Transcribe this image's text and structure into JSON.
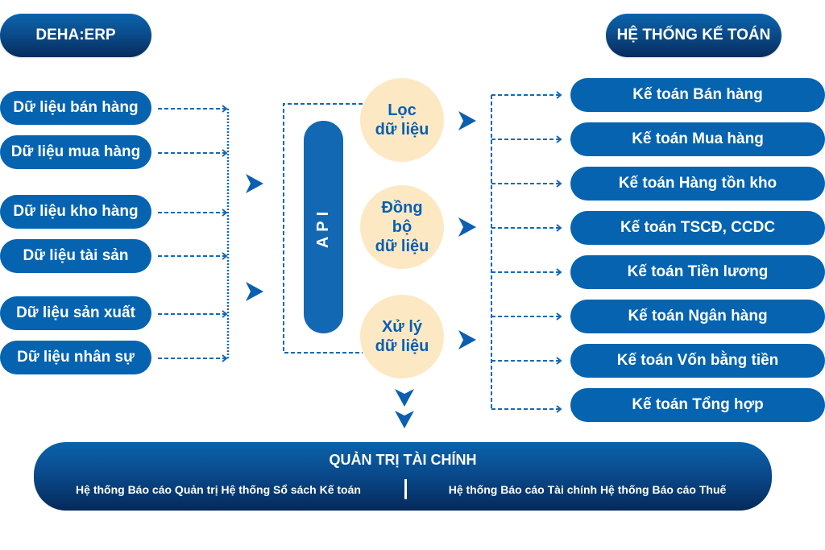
{
  "headers": {
    "left": "DEHA:ERP",
    "right": "HỆ THỐNG KẾ TOÁN"
  },
  "sources": [
    {
      "label": "Dữ liệu bán hàng"
    },
    {
      "label": "Dữ liệu mua hàng"
    },
    {
      "label": "Dữ liệu kho hàng"
    },
    {
      "label": "Dữ liệu tài sản"
    },
    {
      "label": "Dữ liệu sản xuất"
    },
    {
      "label": "Dữ liệu nhân sự"
    }
  ],
  "api": {
    "label": "API"
  },
  "processes": [
    {
      "line1": "Lọc",
      "line2": "dữ liệu"
    },
    {
      "line1": "Đồng",
      "line2": "bộ",
      "line3": "dữ liệu"
    },
    {
      "line1": "Xử lý",
      "line2": "dữ liệu"
    }
  ],
  "accounting": [
    {
      "label": "Kế toán Bán hàng"
    },
    {
      "label": "Kế toán Mua hàng"
    },
    {
      "label": "Kế toán Hàng tồn kho"
    },
    {
      "label": "Kế toán TSCĐ, CCDC"
    },
    {
      "label": "Kế toán Tiền lương"
    },
    {
      "label": "Kế toán Ngân hàng"
    },
    {
      "label": "Kế toán Vốn bằng tiền"
    },
    {
      "label": "Kế toán Tổng hợp"
    }
  ],
  "finance": {
    "title": "QUẢN TRỊ TÀI CHÍNH",
    "left": "Hệ thống Báo cáo Quản trị Hệ thống Sổ sách Kế toán",
    "right": "Hệ thống Báo cáo Tài chính Hệ thống Báo cáo Thuế"
  },
  "colors": {
    "primary": "#0563b0",
    "dark": "#062c5c",
    "process_bg": "#fce9c4",
    "process_text": "#0a5fb0"
  }
}
